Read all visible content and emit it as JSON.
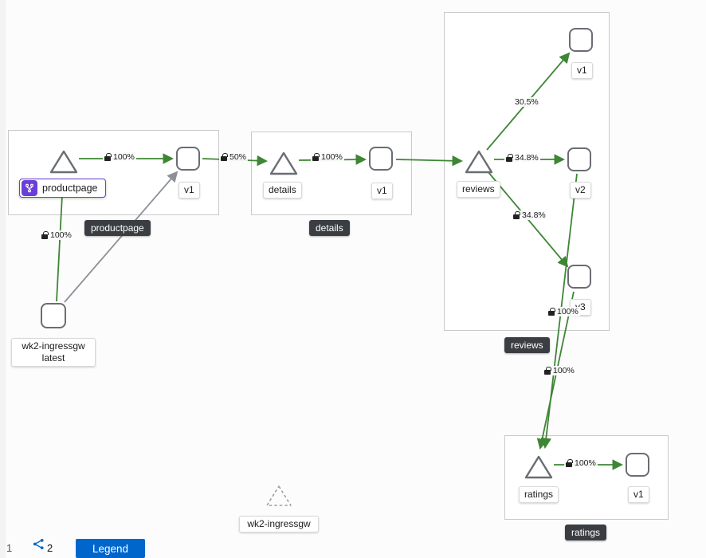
{
  "colors": {
    "edge_healthy": "#3e8635",
    "edge_unknown": "#8d9096",
    "group_label_bg": "#3a3e42",
    "accent_purple": "#6a3fd8",
    "primary_blue": "#0066cc"
  },
  "groups": {
    "productpage": {
      "label": "productpage"
    },
    "details": {
      "label": "details"
    },
    "reviews": {
      "label": "reviews"
    },
    "ratings": {
      "label": "ratings"
    }
  },
  "nodes": {
    "productpage_service": {
      "label": "productpage",
      "badge": "virtual-service"
    },
    "productpage_v1": {
      "label": "v1"
    },
    "details_service": {
      "label": "details"
    },
    "details_v1": {
      "label": "v1"
    },
    "reviews_service": {
      "label": "reviews"
    },
    "reviews_v1": {
      "label": "v1"
    },
    "reviews_v2": {
      "label": "v2"
    },
    "reviews_v3": {
      "label": "v3"
    },
    "ratings_service": {
      "label": "ratings"
    },
    "ratings_v1": {
      "label": "v1"
    },
    "ingress": {
      "label_line1": "wk2-ingressgw",
      "label_line2": "latest"
    },
    "idle_gateway": {
      "label": "wk2-ingressgw"
    }
  },
  "edges": {
    "ingress_to_productpage": {
      "label": "100%"
    },
    "productpage_to_v1": {
      "label": "100%"
    },
    "v1_to_details": {
      "label": "50%"
    },
    "details_to_v1": {
      "label": "100%"
    },
    "reviews_to_v1": {
      "label": "30.5%"
    },
    "reviews_to_v2": {
      "label": "34.8%"
    },
    "reviews_to_v3": {
      "label": "34.8%"
    },
    "v2_to_ratings": {
      "label": "100%"
    },
    "v3_to_ratings": {
      "label": "100%"
    },
    "ratings_to_v1": {
      "label": "100%"
    }
  },
  "toolbar": {
    "page_indicator": "1",
    "node_count": "2",
    "legend_label": "Legend"
  }
}
